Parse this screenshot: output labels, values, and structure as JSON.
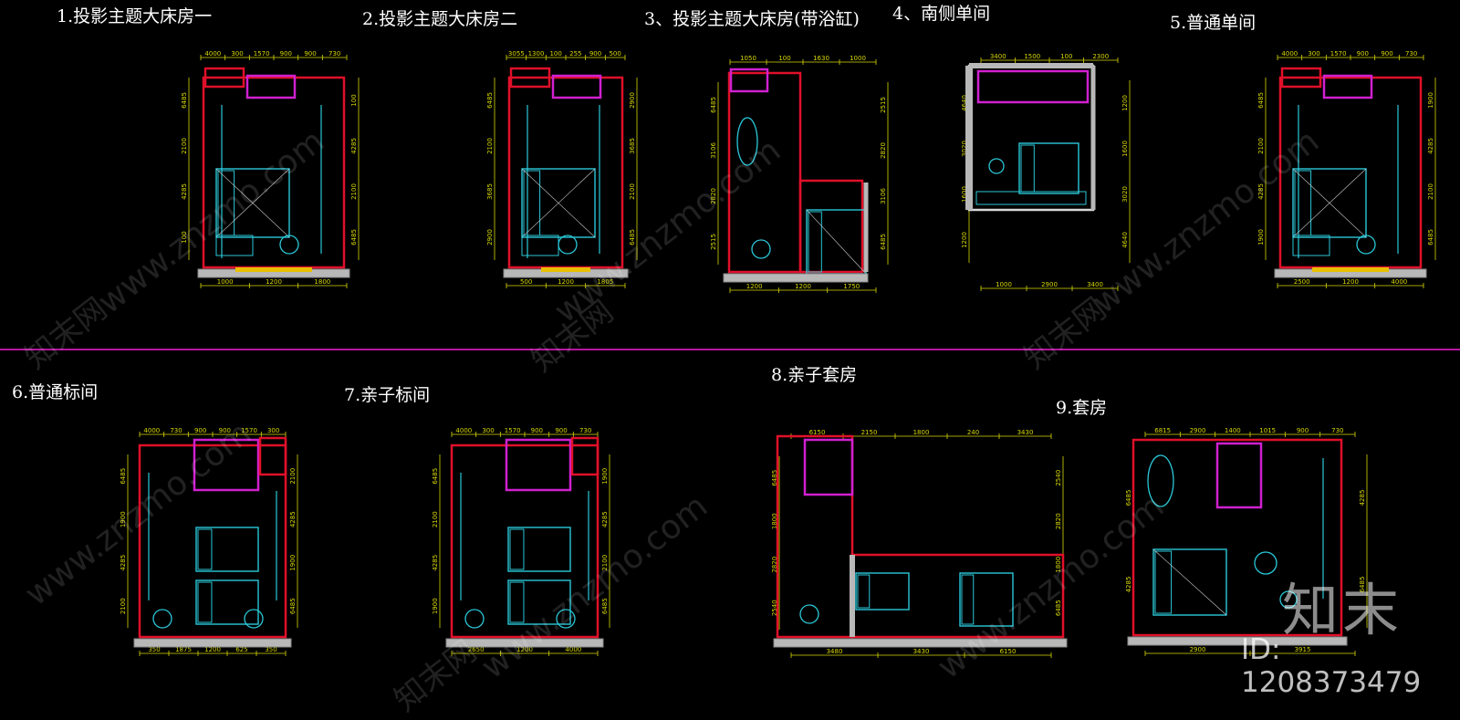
{
  "titles": {
    "r1": "1.投影主题大床房一",
    "r2": "2.投影主题大床房二",
    "r3": "3、投影主题大床房(带浴缸)",
    "r4": "4、南侧单间",
    "r5": "5.普通单间",
    "r6": "6.普通标间",
    "r7": "7.亲子标间",
    "r8": "8.亲子套房",
    "r9": "9.套房"
  },
  "plans": {
    "p1": {
      "top_dims": [
        "4000",
        "300",
        "1570",
        "900",
        "900",
        "730"
      ],
      "bottom_dims": [
        "1000",
        "1200",
        "1800"
      ],
      "side_dims": [
        "6485",
        "2100",
        "4285",
        "100"
      ]
    },
    "p2": {
      "top_dims": [
        "3055",
        "1300",
        "100",
        "255",
        "900",
        "500"
      ],
      "bottom_dims": [
        "500",
        "1200",
        "1805"
      ],
      "side_dims": [
        "6485",
        "2100",
        "3685",
        "2900"
      ]
    },
    "p3": {
      "top_dims": [
        "1050",
        "100",
        "1630",
        "1000"
      ],
      "bottom_dims": [
        "1200",
        "1200",
        "1750"
      ],
      "side_dims": [
        "6485",
        "3106",
        "2820",
        "2515"
      ]
    },
    "p4": {
      "top_dims": [
        "3400",
        "1500",
        "100",
        "2300"
      ],
      "bottom_dims": [
        "1000",
        "2900",
        "3400"
      ],
      "side_dims": [
        "4640",
        "3020",
        "1600",
        "1200"
      ]
    },
    "p5": {
      "top_dims": [
        "4000",
        "300",
        "1570",
        "900",
        "900",
        "730"
      ],
      "bottom_dims": [
        "2500",
        "1200",
        "4000"
      ],
      "side_dims": [
        "6485",
        "2100",
        "4285",
        "1900"
      ]
    },
    "p6": {
      "top_dims": [
        "4000",
        "730",
        "900",
        "900",
        "1570",
        "300"
      ],
      "bottom_dims": [
        "350",
        "1875",
        "1200",
        "625",
        "350"
      ],
      "side_dims": [
        "6485",
        "1900",
        "4285",
        "2100"
      ]
    },
    "p7": {
      "top_dims": [
        "4000",
        "300",
        "1570",
        "900",
        "900",
        "730"
      ],
      "bottom_dims": [
        "2650",
        "1200",
        "4000"
      ],
      "side_dims": [
        "6485",
        "2100",
        "4285",
        "1900"
      ]
    },
    "p8": {
      "top_dims": [
        "6150",
        "2150",
        "1800",
        "240",
        "3430"
      ],
      "bottom_dims": [
        "3480",
        "3430",
        "6150"
      ],
      "side_dims": [
        "6485",
        "1800",
        "2820",
        "2540"
      ]
    },
    "p9": {
      "top_dims": [
        "6815",
        "2900",
        "1400",
        "1015",
        "900",
        "730"
      ],
      "bottom_dims": [
        "2900",
        "3915"
      ],
      "side_dims": [
        "6485",
        "4285"
      ]
    }
  },
  "watermark": {
    "site": "www.znzmo.com",
    "brand": "知末网"
  },
  "logo": {
    "text": "知末",
    "id": "ID: 1208373479"
  },
  "colors": {
    "wall_red": "#e0102a",
    "dim_yellow": "#d8d800",
    "furniture_cyan": "#2ac8d8",
    "wall_magenta": "#d020d0",
    "divider": "#b5179e",
    "grey_wall": "#b8b8b8"
  }
}
